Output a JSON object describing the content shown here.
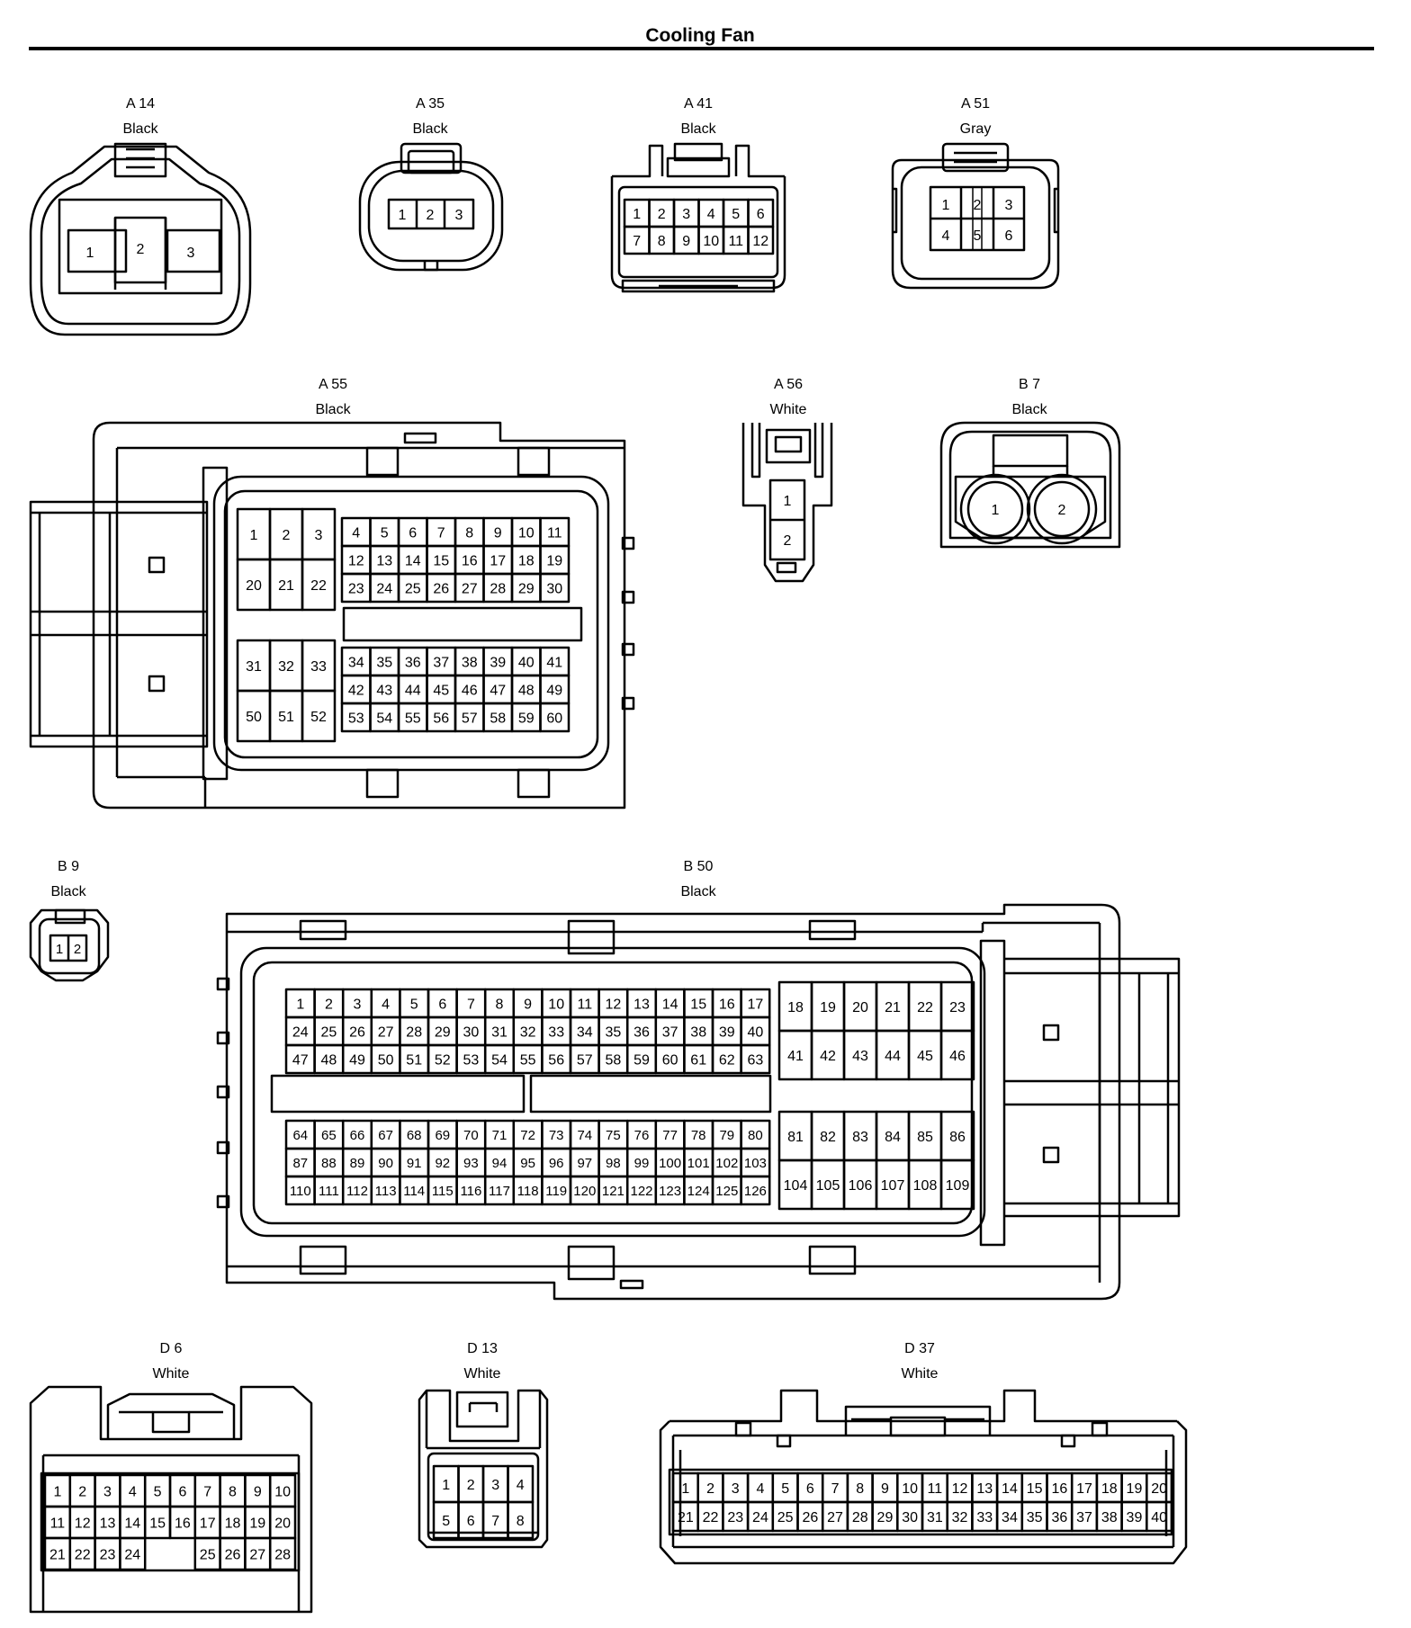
{
  "page": {
    "title": "Cooling Fan"
  },
  "connectors": [
    {
      "id": "A 14",
      "color": "Black",
      "pins": [
        "1",
        "2",
        "3"
      ]
    },
    {
      "id": "A 35",
      "color": "Black",
      "pins": [
        "1",
        "2",
        "3"
      ]
    },
    {
      "id": "A 41",
      "color": "Black",
      "pins": [
        "1",
        "2",
        "3",
        "4",
        "5",
        "6",
        "7",
        "8",
        "9",
        "10",
        "11",
        "12"
      ]
    },
    {
      "id": "A 51",
      "color": "Gray",
      "pins": [
        "1",
        "2",
        "3",
        "4",
        "5",
        "6"
      ]
    },
    {
      "id": "A 55",
      "color": "Black",
      "pin_count": 60
    },
    {
      "id": "A 56",
      "color": "White",
      "pins": [
        "1",
        "2"
      ]
    },
    {
      "id": "B 7",
      "color": "Black",
      "pins": [
        "1",
        "2"
      ]
    },
    {
      "id": "B 9",
      "color": "Black",
      "pins": [
        "1",
        "2"
      ]
    },
    {
      "id": "B 50",
      "color": "Black",
      "pin_count": 126
    },
    {
      "id": "D 6",
      "color": "White",
      "pins": [
        "1",
        "2",
        "3",
        "4",
        "5",
        "6",
        "7",
        "8",
        "9",
        "10",
        "11",
        "12",
        "13",
        "14",
        "15",
        "16",
        "17",
        "18",
        "19",
        "20",
        "21",
        "22",
        "23",
        "24",
        "25",
        "26",
        "27",
        "28"
      ]
    },
    {
      "id": "D 13",
      "color": "White",
      "pins": [
        "1",
        "2",
        "3",
        "4",
        "5",
        "6",
        "7",
        "8"
      ]
    },
    {
      "id": "D 37",
      "color": "White",
      "pin_count": 40
    }
  ]
}
